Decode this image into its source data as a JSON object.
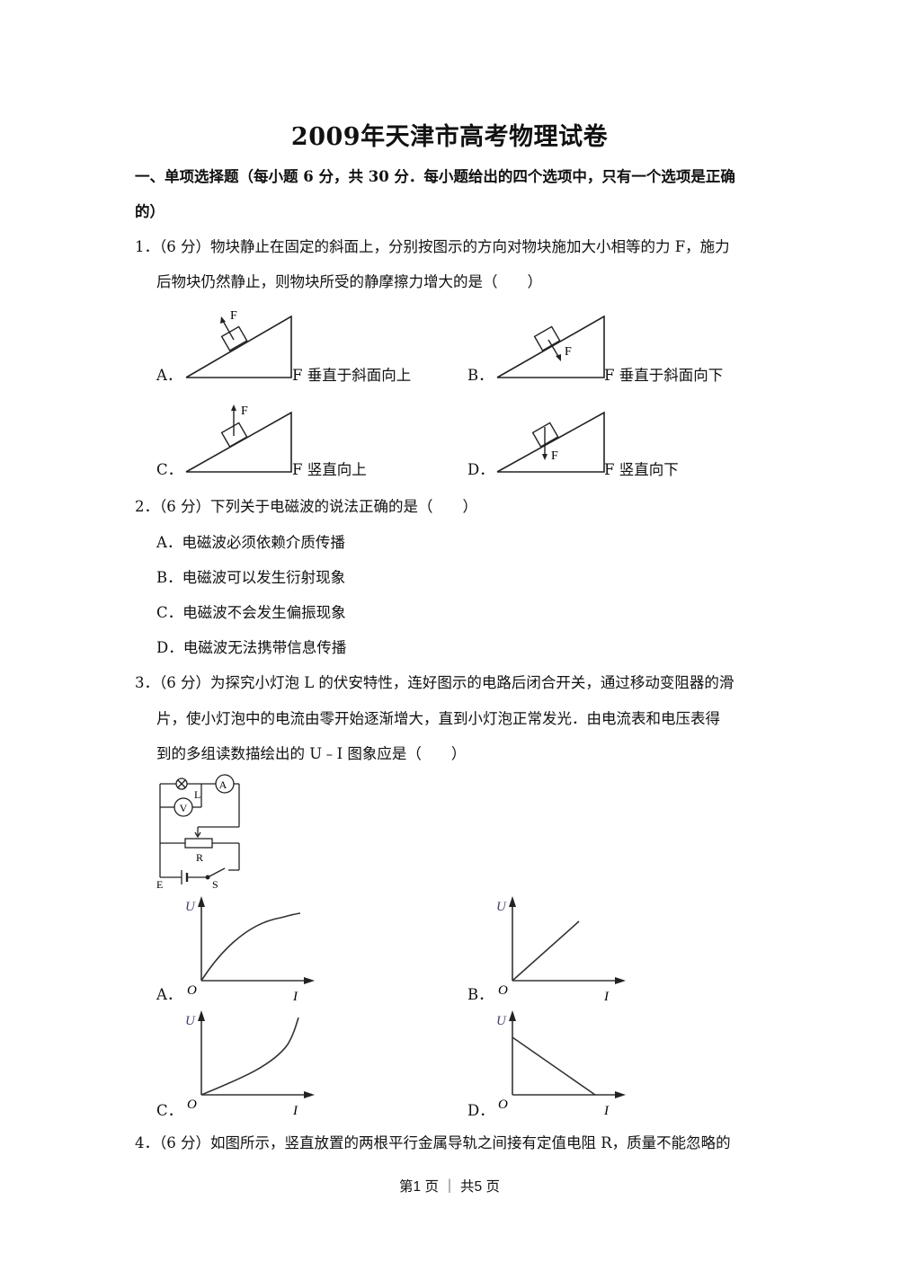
{
  "title": "2009年天津市高考物理试卷",
  "section1": {
    "heading_line1": "一、单项选择题（每小题 6 分，共 30 分．每小题给出的四个选项中，只有一个选项是正确",
    "heading_line2": "的）"
  },
  "q1": {
    "line1": "1．（6 分）物块静止在固定的斜面上，分别按图示的方向对物块施加大小相等的力 F，施力",
    "line2": "后物块仍然静止，则物块所受的静摩擦力增大的是（　　）",
    "options": [
      {
        "label": "A．",
        "caption": "F 垂直于斜面向上",
        "force_label": "F"
      },
      {
        "label": "B．",
        "caption": "F 垂直于斜面向下",
        "force_label": "F"
      },
      {
        "label": "C．",
        "caption": "F 竖直向上",
        "force_label": "F"
      },
      {
        "label": "D．",
        "caption": "F 竖直向下",
        "force_label": "F"
      }
    ]
  },
  "q2": {
    "line1": "2．（6 分）下列关于电磁波的说法正确的是（　　）",
    "options": [
      {
        "label": "A．",
        "text": "电磁波必须依赖介质传播"
      },
      {
        "label": "B．",
        "text": "电磁波可以发生衍射现象"
      },
      {
        "label": "C．",
        "text": "电磁波不会发生偏振现象"
      },
      {
        "label": "D．",
        "text": "电磁波无法携带信息传播"
      }
    ]
  },
  "q3": {
    "line1": "3．（6 分）为探究小灯泡 L 的伏安特性，连好图示的电路后闭合开关，通过移动变阻器的滑",
    "line2": "片，使小灯泡中的电流由零开始逐渐增大，直到小灯泡正常发光．由电流表和电压表得",
    "line3": "到的多组读数描绘出的 U﹣I 图象应是（　　）",
    "circuit": {
      "lamp": "L",
      "ammeter": "A",
      "voltmeter": "V",
      "rheostat": "R",
      "battery": "E",
      "switch": "S"
    },
    "options": [
      {
        "label": "A．",
        "y_axis": "U",
        "x_axis": "I",
        "origin": "O",
        "shape": "concave-down"
      },
      {
        "label": "B．",
        "y_axis": "U",
        "x_axis": "I",
        "origin": "O",
        "shape": "linear-increasing"
      },
      {
        "label": "C．",
        "y_axis": "U",
        "x_axis": "I",
        "origin": "O",
        "shape": "concave-up"
      },
      {
        "label": "D．",
        "y_axis": "U",
        "x_axis": "I",
        "origin": "O",
        "shape": "linear-decreasing"
      }
    ]
  },
  "q4": {
    "line1": "4．（6 分）如图所示，竖直放置的两根平行金属导轨之间接有定值电阻 R，质量不能忽略的"
  },
  "footer": {
    "page": "第1 页 ｜ 共5 页"
  }
}
